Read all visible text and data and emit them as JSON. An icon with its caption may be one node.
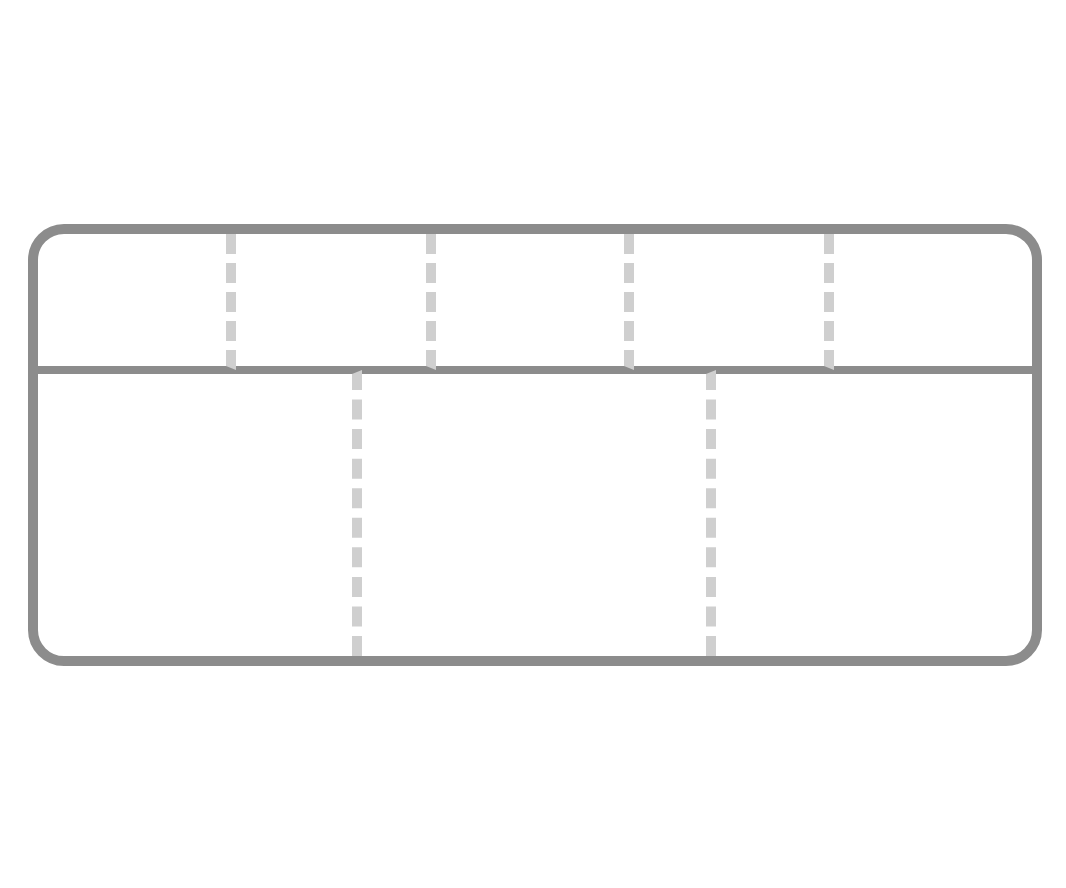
{
  "diagram": {
    "nodes": [
      {
        "text": [],
        "shape": "box"
      },
      {
        "text": [],
        "shape": "box",
        "in": 0
      },
      {
        "text": [],
        "shape": "box",
        "in": 0
      },
      {
        "text": [],
        "shape": "box",
        "in": 0
      },
      {
        "text": [],
        "shape": "box",
        "in": 0
      },
      {
        "text": [],
        "shape": "box",
        "in": 0
      },
      {
        "text": [],
        "shape": "box",
        "in": 0
      },
      {
        "text": [],
        "shape": "box",
        "in": 0
      },
      {
        "text": [],
        "shape": "box",
        "in": 0
      }
    ]
  }
}
